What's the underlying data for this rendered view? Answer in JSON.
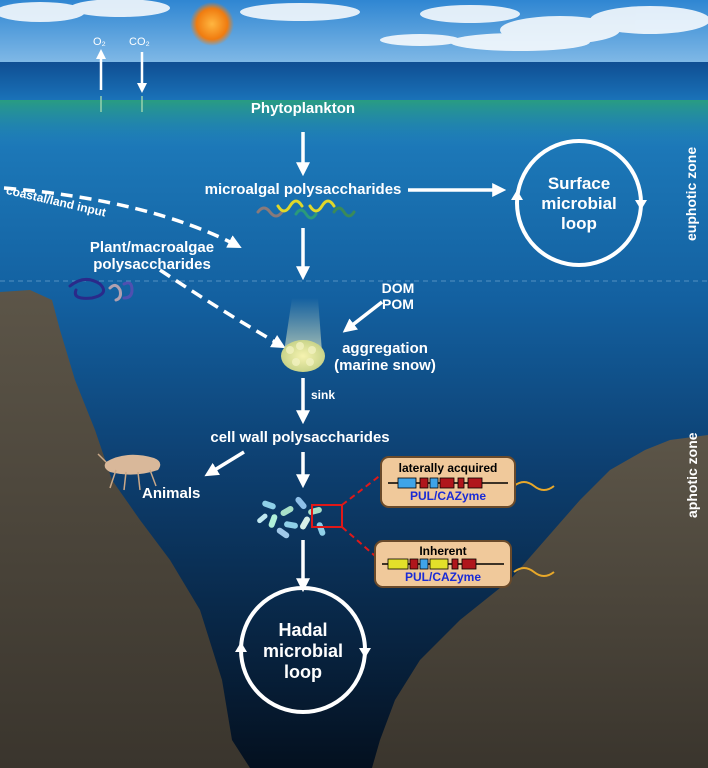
{
  "atmosphere": {
    "o2": "O₂",
    "co2": "CO₂"
  },
  "labels": {
    "phytoplankton": "Phytoplankton",
    "microalgal": "microalgal polysaccharides",
    "coastal": "coastal/land input",
    "plant_line1": "Plant/macroalgae",
    "plant_line2": "polysaccharides",
    "dom": "DOM",
    "pom": "POM",
    "aggregation_line1": "aggregation",
    "aggregation_line2": "(marine snow)",
    "sink": "sink",
    "cell_wall": "cell wall polysaccharides",
    "animals": "Animals"
  },
  "loops": {
    "surface": [
      "Surface",
      "microbial",
      "loop"
    ],
    "hadal": [
      "Hadal",
      "microbial",
      "loop"
    ]
  },
  "zones": {
    "euphotic": "euphotic zone",
    "aphotic": "aphotic zone"
  },
  "gene_boxes": {
    "acquired": {
      "title": "laterally acquired",
      "subtitle": "PUL/CAZyme"
    },
    "inherent": {
      "title": "Inherent",
      "subtitle": "PUL/CAZyme"
    }
  },
  "colors": {
    "sky": "#3b8fd6",
    "sea_surface": "#1b66a8",
    "deep_sea": "#07182c",
    "rock": "#4f4a40",
    "arrow": "#ffffff",
    "gene_blue": "#3fa4e8",
    "gene_red": "#b0161c",
    "gene_yellow": "#e3e02a",
    "highlight_box": "#e01818"
  }
}
